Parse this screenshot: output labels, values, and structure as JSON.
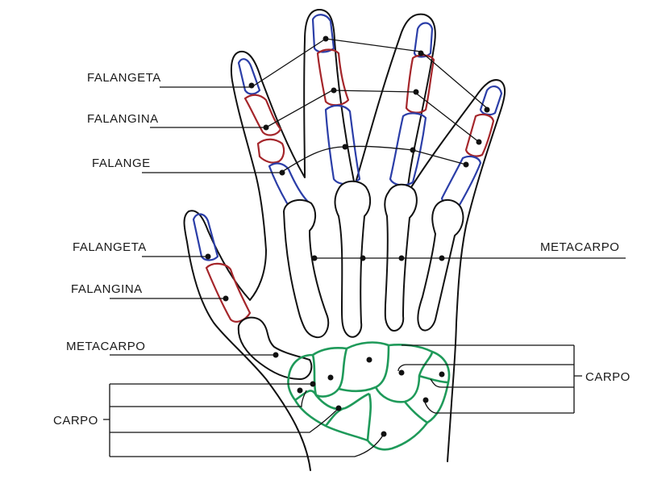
{
  "labels": {
    "falangeta_finger": "FALANGETA",
    "falangina_finger": "FALANGINA",
    "falange_finger": "FALANGE",
    "falangeta_thumb": "FALANGETA",
    "falangina_thumb": "FALANGINA",
    "metacarpo_left": "METACARPO",
    "carpo_left": "CARPO",
    "metacarpo_right": "METACARPO",
    "carpo_right": "CARPO"
  },
  "colors": {
    "distal_phalanx": "#2b3ea8",
    "middle_phalanx": "#a5262b",
    "carpal_bones": "#1f9a5a",
    "outline": "#111111"
  }
}
